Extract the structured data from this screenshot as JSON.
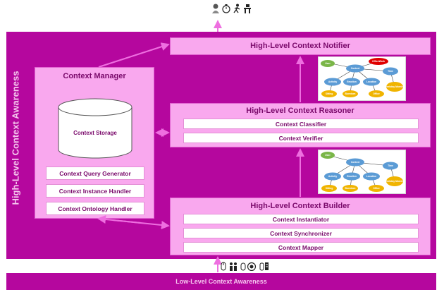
{
  "outer_label": "High-Level Context Awareness",
  "bottom_label": "Low-Level Context Awareness",
  "context_manager": {
    "title": "Context Manager",
    "storage": "Context Storage",
    "items": [
      "Context Query Generator",
      "Context Instance Handler",
      "Context Ontology Handler"
    ]
  },
  "notifier": {
    "title": "High-Level Context Notifier"
  },
  "reasoner": {
    "title": "High-Level Context Reasoner",
    "items": [
      "Context Classifier",
      "Context Verifier"
    ]
  },
  "builder": {
    "title": "High-Level Context Builder",
    "items": [
      "Context Instantiator",
      "Context Synchronizer",
      "Context Mapper"
    ]
  },
  "ontology_graph_1": {
    "nodes": [
      "User",
      "Context",
      "OfficeWork",
      "Activity",
      "Emotion",
      "Location",
      "Time",
      "Sitting",
      "Boredom",
      "Office",
      "Weekday Morning"
    ]
  },
  "ontology_graph_2": {
    "nodes": [
      "User",
      "Context",
      "Activity",
      "Emotion",
      "Location",
      "Time",
      "Sitting",
      "Boredom",
      "Office",
      "Weekday Morning"
    ]
  },
  "colors": {
    "magenta": "#b5079e",
    "panel": "#f9a8ee",
    "arrow": "#ee6fe0"
  }
}
